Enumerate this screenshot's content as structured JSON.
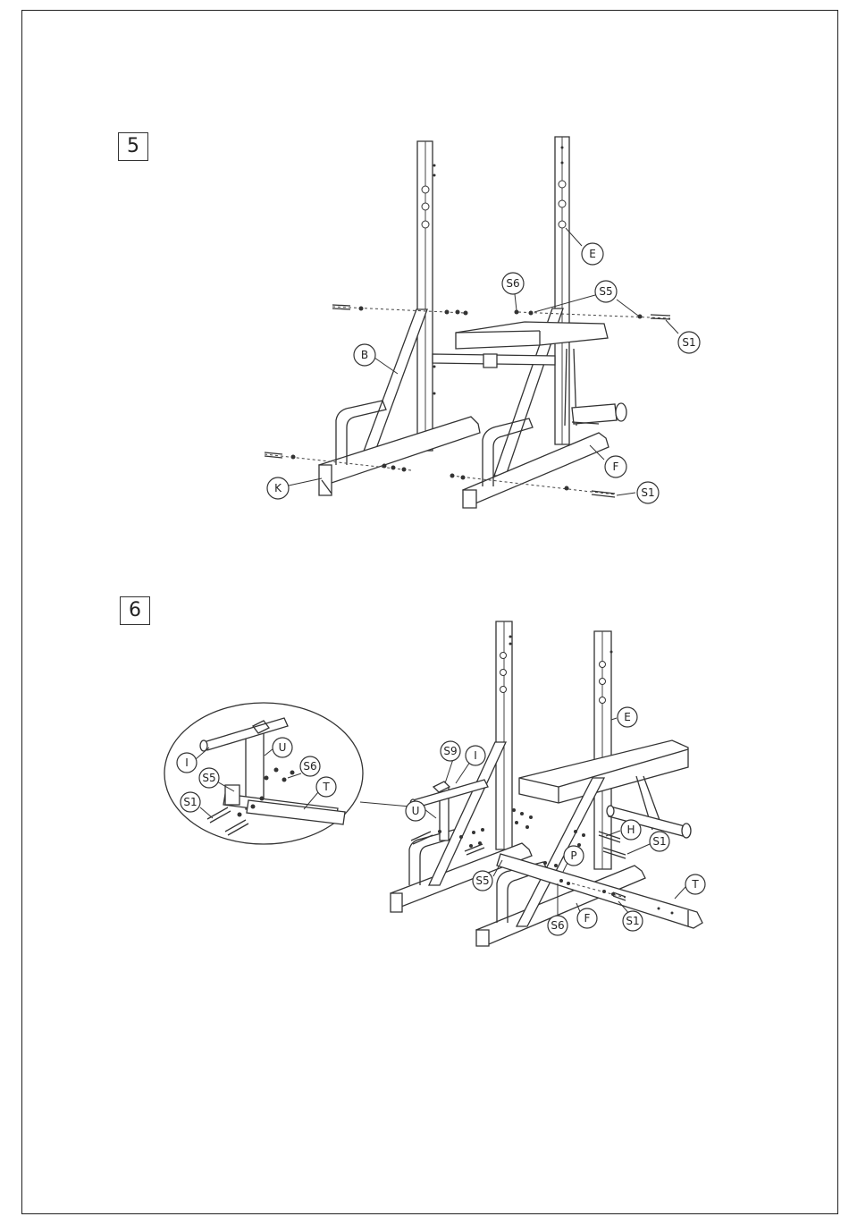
{
  "steps": [
    {
      "number": "5",
      "labels": {
        "e": "E",
        "s6": "S6",
        "s5": "S5",
        "s1_top": "S1",
        "b": "B",
        "f": "F",
        "k": "K",
        "s1_bottom": "S1"
      }
    },
    {
      "number": "6",
      "labels": {
        "e": "E",
        "s9": "S9",
        "i": "I",
        "u": "U",
        "h": "H",
        "s1_right": "S1",
        "p": "P",
        "s5": "S5",
        "s6": "S6",
        "f": "F",
        "t": "T",
        "s1_bottom": "S1"
      },
      "detail": {
        "i": "I",
        "u": "U",
        "s6": "S6",
        "s5": "S5",
        "t": "T",
        "s1": "S1"
      }
    }
  ]
}
